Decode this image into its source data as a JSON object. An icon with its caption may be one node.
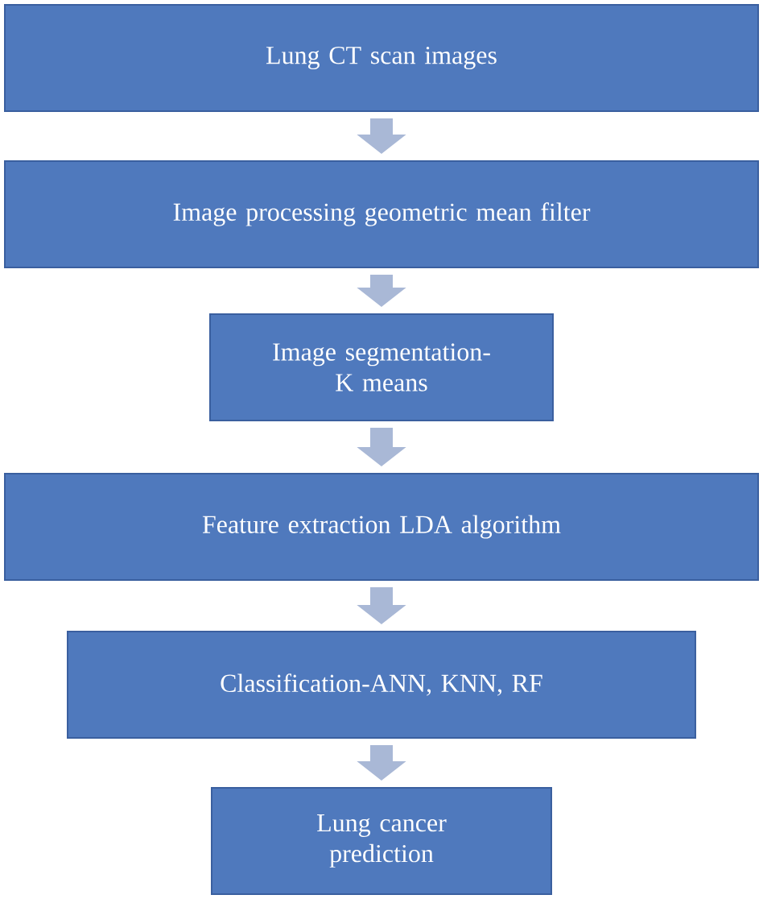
{
  "diagram": {
    "nodes": [
      {
        "text": [
          "Lung CT scan images"
        ]
      },
      {
        "text": [
          "Image processing geometric mean filter"
        ]
      },
      {
        "text": [
          "Image segmentation- K means"
        ]
      },
      {
        "text": [
          "Feature extraction LDA algorithm"
        ]
      },
      {
        "text": [
          "Classification-ANN, KNN, RF"
        ]
      },
      {
        "text": [
          "Lung cancer prediction"
        ]
      }
    ],
    "edges": [
      {
        "from": 0,
        "to": 1,
        "arrow": "to"
      },
      {
        "from": 1,
        "to": 2,
        "arrow": "to"
      },
      {
        "from": 2,
        "to": 3,
        "arrow": "to"
      },
      {
        "from": 3,
        "to": 4,
        "arrow": "to"
      },
      {
        "from": 4,
        "to": 5,
        "arrow": "to"
      }
    ]
  }
}
